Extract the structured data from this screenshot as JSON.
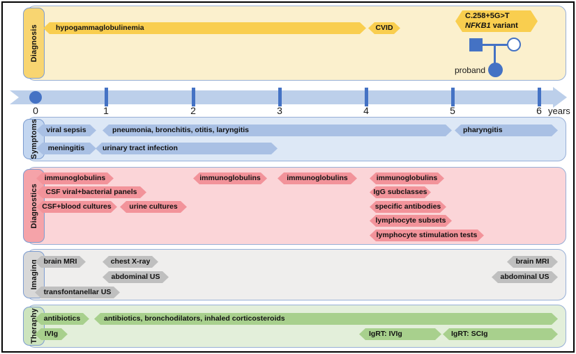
{
  "figure": {
    "type": "patient-history-timeline",
    "colors": {
      "accent_blue": "#4472C4",
      "timeline_band": "#BCCFEA",
      "diagnosis_band": "#FBF0CD",
      "diagnosis_badge": "#F9CE4F",
      "symptoms_band": "#DDE8F6",
      "symptoms_badge": "#A9C0E4",
      "diagnostics_band": "#FBD5D8",
      "diagnostics_badge": "#F2939A",
      "imaging_band": "#EFEEED",
      "imaging_badge": "#BFBFBF",
      "therapy_band": "#E3EFDA",
      "therapy_badge": "#A8D08D"
    }
  },
  "diagnosis": {
    "label": "Diagnosis",
    "items": [
      "hypogammaglobulinemia",
      "CVID"
    ],
    "variant": {
      "line1": "C.258+5G>T",
      "gene": "NFKB1",
      "rest": " variant"
    },
    "pedigree": {
      "proband_label": "proband"
    }
  },
  "timeline": {
    "ticks": [
      "0",
      "1",
      "2",
      "3",
      "4",
      "5",
      "6"
    ],
    "unit": "years"
  },
  "symptoms": {
    "label": "Symptoms",
    "items": [
      "viral sepsis",
      "pneumonia, bronchitis, otitis, laryngitis",
      "pharyngitis",
      "meningitis",
      "urinary tract infection"
    ]
  },
  "diagnostics": {
    "label": "Diagnostics",
    "items": [
      "immunoglobulins",
      "CSF viral+bacterial panels",
      "CSF+blood cultures",
      "urine cultures",
      "immunoglobulins",
      "immunoglobulins",
      "immunoglobulins",
      "IgG subclasses",
      "specific antibodies",
      "lymphocyte subsets",
      "lymphocyte stimulation tests"
    ]
  },
  "imaging": {
    "label": "Imaging",
    "items": [
      "brain MRI",
      "chest X-ray",
      "abdominal US",
      "transfontanellar US",
      "brain MRI",
      "abdominal US"
    ]
  },
  "therapy": {
    "label": "Theraphy",
    "items": [
      "antibiotics",
      "antibiotics, bronchodilators, inhaled corticosteroids",
      "IVIg",
      "IgRT: IVIg",
      "IgRT: SCIg"
    ]
  }
}
